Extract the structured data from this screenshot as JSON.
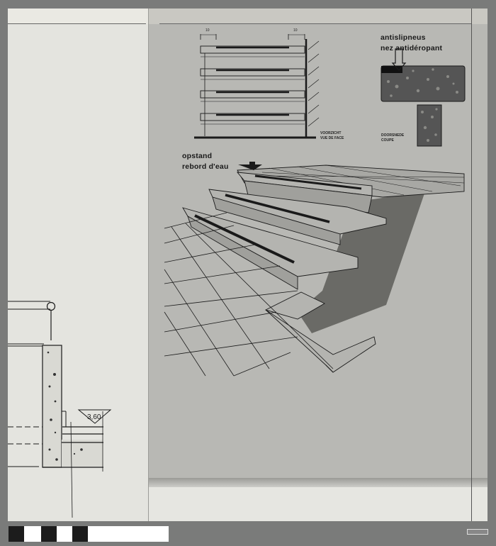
{
  "document": {
    "type": "scanned architectural drawing",
    "labels": {
      "anti_slip_nl": "antislipneus",
      "anti_slip_fr": "nez antidéropant",
      "front_view_nl": "VOORZICHT",
      "front_view_fr": "VUE DE FACE",
      "section_nl": "DOORSNEDE",
      "section_fr": "COUPE",
      "upstand_nl": "opstand",
      "upstand_fr": "rebord d'eau",
      "dim_left": "10",
      "dim_right": "10",
      "level_mark": "3,60"
    }
  },
  "colorbar": {
    "swatches": [
      "#1c1c1c",
      "#ffffff",
      "#1c1c1c",
      "#ffffff",
      "#1c1c1c",
      "#ffffff"
    ]
  },
  "colors": {
    "background": "#7a7b7a",
    "paper_left": "#e4e4df",
    "paper_right": "#b8b8b4",
    "ink": "#1a1a1a"
  }
}
